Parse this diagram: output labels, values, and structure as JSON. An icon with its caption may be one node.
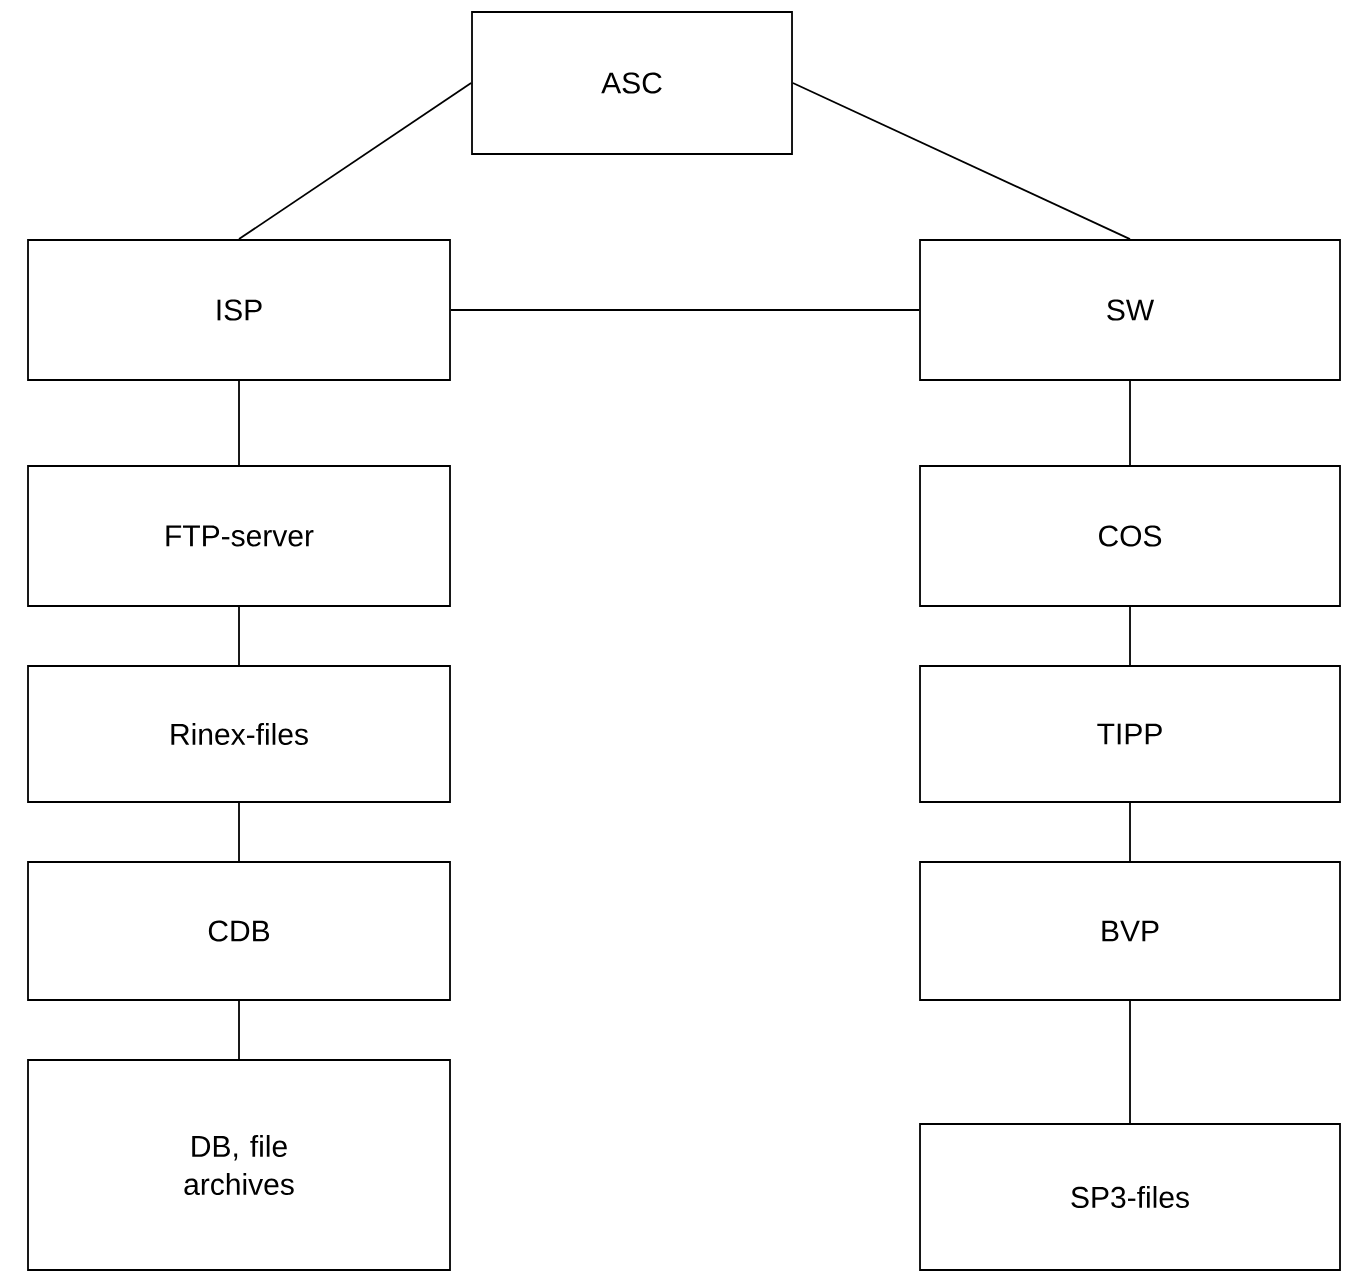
{
  "diagram": {
    "nodes": [
      {
        "text": [
          "ASC"
        ]
      },
      {
        "text": [
          "ISP"
        ]
      },
      {
        "text": [
          "SW"
        ]
      },
      {
        "text": [
          "FTP-server"
        ]
      },
      {
        "text": [
          "Rinex-files"
        ]
      },
      {
        "text": [
          "CDB"
        ]
      },
      {
        "text": [
          "DB, file archives"
        ]
      },
      {
        "text": [
          "COS"
        ]
      },
      {
        "text": [
          "TIPP"
        ]
      },
      {
        "text": [
          "BVP"
        ]
      },
      {
        "text": [
          "SP3-files"
        ]
      }
    ],
    "edges": [
      {
        "from": 0,
        "to": 1,
        "arrow": "none"
      },
      {
        "from": 0,
        "to": 2,
        "arrow": "none"
      },
      {
        "from": 1,
        "to": 2,
        "arrow": "none"
      },
      {
        "from": 1,
        "to": 3,
        "arrow": "none"
      },
      {
        "from": 3,
        "to": 4,
        "arrow": "none"
      },
      {
        "from": 4,
        "to": 5,
        "arrow": "none"
      },
      {
        "from": 5,
        "to": 6,
        "arrow": "none"
      },
      {
        "from": 2,
        "to": 7,
        "arrow": "none"
      },
      {
        "from": 7,
        "to": 8,
        "arrow": "none"
      },
      {
        "from": 8,
        "to": 9,
        "arrow": "none"
      },
      {
        "from": 9,
        "to": 10,
        "arrow": "none"
      }
    ]
  }
}
